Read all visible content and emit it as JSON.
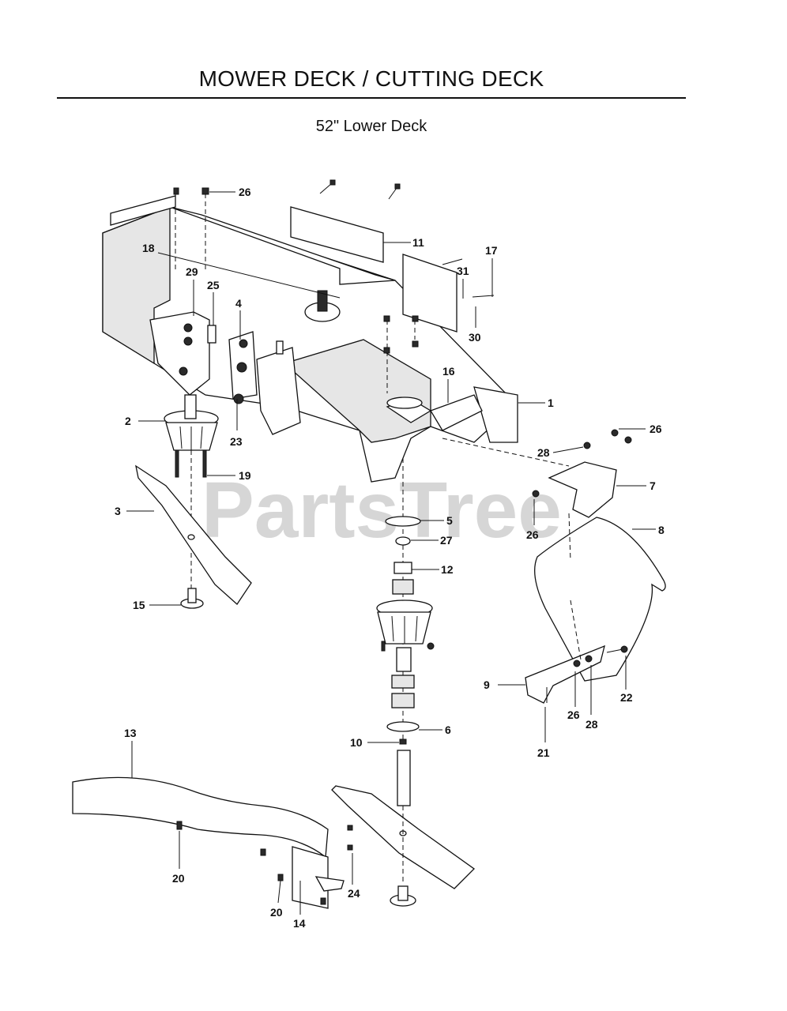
{
  "header": {
    "title": "MOWER DECK / CUTTING DECK",
    "subtitle": "52\" Lower Deck"
  },
  "watermark": "PartsTree",
  "watermark_tm": "™",
  "callouts": {
    "c1": "1",
    "c2": "2",
    "c3": "3",
    "c4": "4",
    "c5": "5",
    "c6": "6",
    "c7": "7",
    "c8": "8",
    "c9": "9",
    "c10": "10",
    "c11": "11",
    "c12": "12",
    "c13": "13",
    "c14": "14",
    "c15": "15",
    "c16": "16",
    "c17": "17",
    "c18": "18",
    "c19": "19",
    "c20a": "20",
    "c20b": "20",
    "c21": "21",
    "c22": "22",
    "c23": "23",
    "c24": "24",
    "c25": "25",
    "c26a": "26",
    "c26b": "26",
    "c26c": "26",
    "c26d": "26",
    "c27": "27",
    "c28a": "28",
    "c28b": "28",
    "c29": "29",
    "c30": "30",
    "c31": "31"
  }
}
